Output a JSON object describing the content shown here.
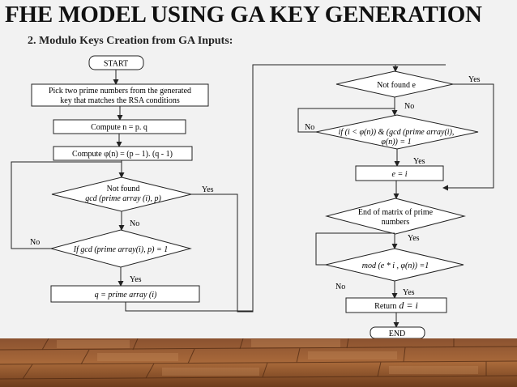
{
  "slide": {
    "title": "FHE MODEL USING GA KEY GENERATION",
    "subtitle": "2. Modulo Keys Creation from GA Inputs:"
  },
  "left_flow": {
    "start": "START",
    "pick_line1": "Pick two prime numbers from the generated",
    "pick_line2": "key that matches the RSA conditions",
    "compute_n": "Compute n = p. q",
    "compute_phi": "Compute φ(n) = (p – 1). (q - 1)",
    "not_found_line1": "Not found",
    "not_found_line2": "gcd (prime array (i), p)",
    "if_gcd": "If gcd (prime array(i), p) = 1",
    "q_assign": "q = prime array (i)",
    "label_yes_top": "Yes",
    "label_no_middle": "No",
    "label_no_left": "No",
    "label_yes_bottom": "Yes"
  },
  "right_flow": {
    "not_found_e": "Not found e",
    "if_line1": "if (i < φ(n)) & (gcd (prime array(i),",
    "if_line2": "φ(n)) = 1",
    "e_assign": "e = i",
    "end_matrix_line1": "End of matrix of prime",
    "end_matrix_line2": "numbers",
    "mod_cond": "mod (e * i , φ(n)) =1",
    "return_prefix": "Return",
    "return_var": "d = i",
    "end": "END",
    "label_yes_top": "Yes",
    "label_no_top": "No",
    "label_no_left": "No",
    "label_yes_if": "Yes",
    "label_yes_matrix": "Yes",
    "label_no_mod": "No",
    "label_yes_mod": "Yes"
  },
  "colors": {
    "background": "#f2f2f2",
    "box_fill": "#ffffff",
    "line": "#222222",
    "floor_dark": "#6b3d1e",
    "floor_light": "#b87a4b"
  }
}
